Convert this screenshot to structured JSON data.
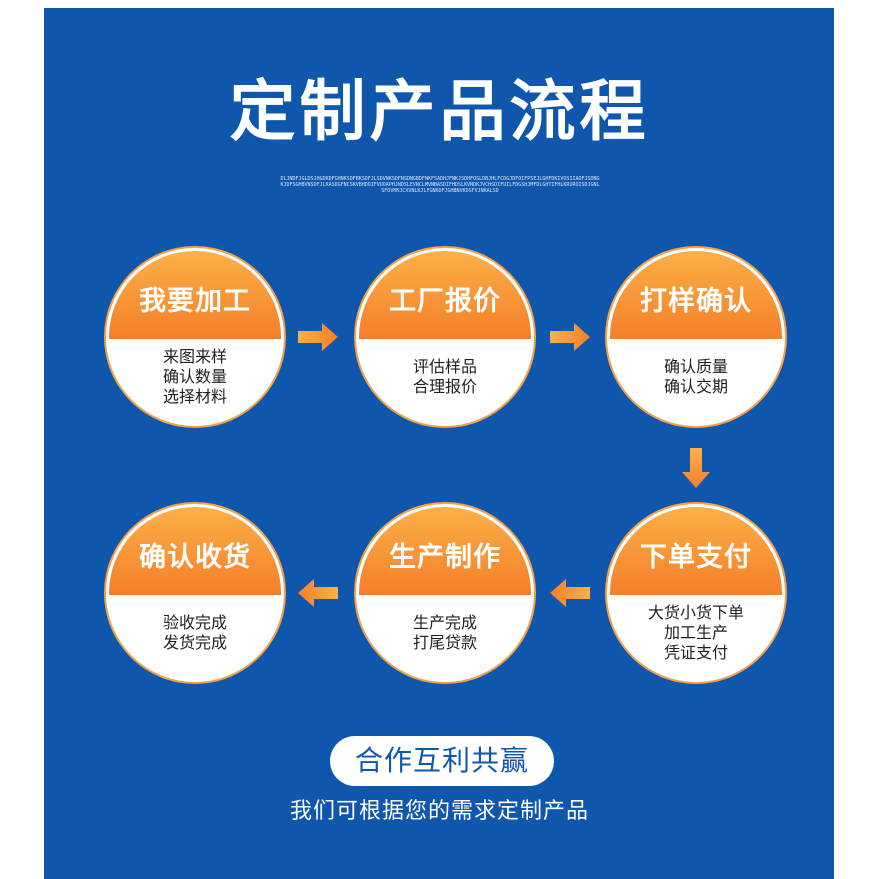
{
  "title": "定制产品流程",
  "subtext": "DLJNDFJGLDSJHGDKDFGHNKSDFBKSDFJLSDVNKSDFNSDNGBDFNKFSADHJFNKJSDHFOSLDBJHLFCDGJDFOIFPSEJLGHFDKIVOSIIAOFJSDNGKJDFSGHBVNSDFJLKASDGFNCSKVBHDOIFVUOAPHJNDSLEVNCLMVNBASDIFHDSLKVNDKJVCHSDIFUILFDGSHJMFDLGHTIFHLKRUROISDJGNLSFDVHKJCXVNLKJLFGNKDFJGHBNVKDSFVJNKALSD",
  "steps": [
    {
      "label": "我要加工",
      "lines": [
        "来图来样",
        "确认数量",
        "选择材料"
      ]
    },
    {
      "label": "工厂报价",
      "lines": [
        "评估样品",
        "合理报价"
      ]
    },
    {
      "label": "打样确认",
      "lines": [
        "确认质量",
        "确认交期"
      ]
    },
    {
      "label": "下单支付",
      "lines": [
        "大货小货下单",
        "加工生产",
        "凭证支付"
      ]
    },
    {
      "label": "生产制作",
      "lines": [
        "生产完成",
        "打尾贷款"
      ]
    },
    {
      "label": "确认收货",
      "lines": [
        "验收完成",
        "发货完成"
      ]
    }
  ],
  "pill": "合作互利共赢",
  "tagline": "我们可根据您的需求定制产品",
  "icons": {
    "arrow": "arrow-icon"
  },
  "colors": {
    "background": "#0f57ad",
    "accent_top": "#fbb048",
    "accent_bottom": "#f57f2a",
    "text_dark": "#222222"
  }
}
